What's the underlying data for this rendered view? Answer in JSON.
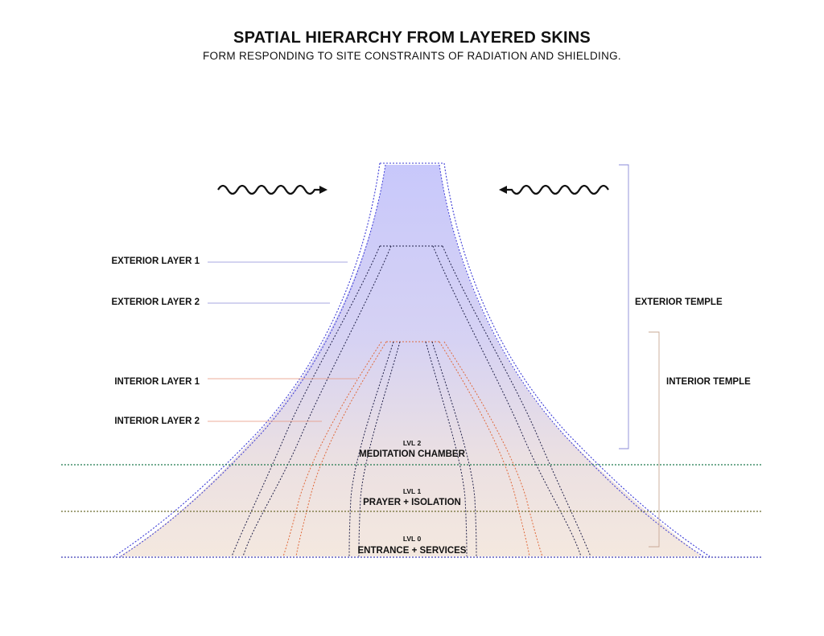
{
  "title": "SPATIAL HIERARCHY FROM LAYERED SKINS",
  "subtitle": "FORM RESPONDING TO SITE CONSTRAINTS OF RADIATION AND SHIELDING.",
  "layers": {
    "exterior_1": "EXTERIOR LAYER 1",
    "exterior_2": "EXTERIOR LAYER 2",
    "interior_1": "INTERIOR LAYER 1",
    "interior_2": "INTERIOR LAYER 2"
  },
  "zones": {
    "exterior_temple": "EXTERIOR TEMPLE",
    "interior_temple": "INTERIOR TEMPLE"
  },
  "levels": [
    {
      "code": "LVL 2",
      "name": "MEDITATION CHAMBER"
    },
    {
      "code": "LVL 1",
      "name": "PRAYER + ISOLATION"
    },
    {
      "code": "LVL 0",
      "name": "ENTRANCE + SERVICES"
    }
  ],
  "colors": {
    "exterior_blue": "#3b3bd6",
    "interior_orange": "#e06a3c",
    "level2_line": "#1f7a4d",
    "level1_line": "#6b6b2e",
    "level0_line": "#3d3db8",
    "fill_top": "#c9c9fb",
    "fill_bottom": "#f3e6de"
  }
}
